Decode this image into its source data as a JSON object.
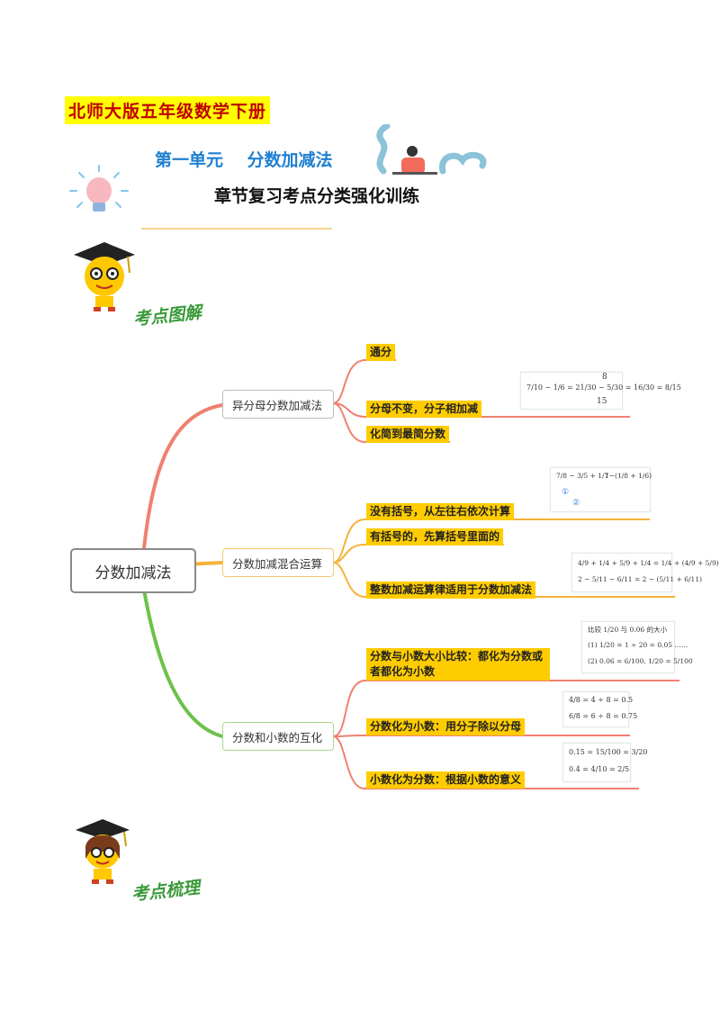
{
  "header": {
    "book_title": "北师大版五年级数学下册",
    "unit_title": "第一单元    分数加减法",
    "chapter_title": "章节复习考点分类强化训练"
  },
  "sections": {
    "diagram_label": "考点图解",
    "summary_label": "考点梳理"
  },
  "mindmap": {
    "root": "分数加减法",
    "branches": [
      {
        "label": "异分母分数加减法",
        "color": "#f08070",
        "leaves": [
          "通分",
          "分母不变，分子相加减",
          "化简到最简分数"
        ]
      },
      {
        "label": "分数加减混合运算",
        "color": "#f5b23a",
        "leaves": [
          "没有括号，从左往右依次计算",
          "有括号的，先算括号里面的",
          "整数加减运算律适用于分数加减法"
        ]
      },
      {
        "label": "分数和小数的互化",
        "color": "#6cc24a",
        "leaves": [
          "分数与小数大小比较：都化为分数或者都化为小数",
          "分数化为小数：用分子除以分母",
          "小数化为分数：根据小数的意义"
        ]
      }
    ]
  },
  "examples": {
    "ex1": {
      "top": "8",
      "main": "7/10 − 1/6 = 21/30 − 5/30 = 16/30 = 8/15",
      "bottom": "15"
    },
    "ex2": {
      "left": "7/8 − 3/5 + 1/7",
      "right": "1−(1/8 + 1/6)",
      "step1": "①",
      "step2": "②"
    },
    "ex3": {
      "line1": "4/9 + 1/4 + 5/9 + 1/4 = 1/4 + (4/9 + 5/9)",
      "line2": "2 − 5/11 − 6/11 = 2 − (5/11 + 6/11)"
    },
    "ex4": {
      "line1": "比较 1/20 与 0.06 的大小",
      "line2": "(1) 1/20 = 1 ÷ 20 = 0.05 ……",
      "line3": "(2) 0.06 = 6/100, 1/20 = 5/100"
    },
    "ex5": {
      "line1": "4/8 = 4 ÷ 8 = 0.5",
      "line2": "6/8 = 6 ÷ 8 = 0.75"
    },
    "ex6": {
      "line1": "0.15 = 15/100 = 3/20",
      "line2": "0.4 = 4/10 = 2/5"
    }
  }
}
